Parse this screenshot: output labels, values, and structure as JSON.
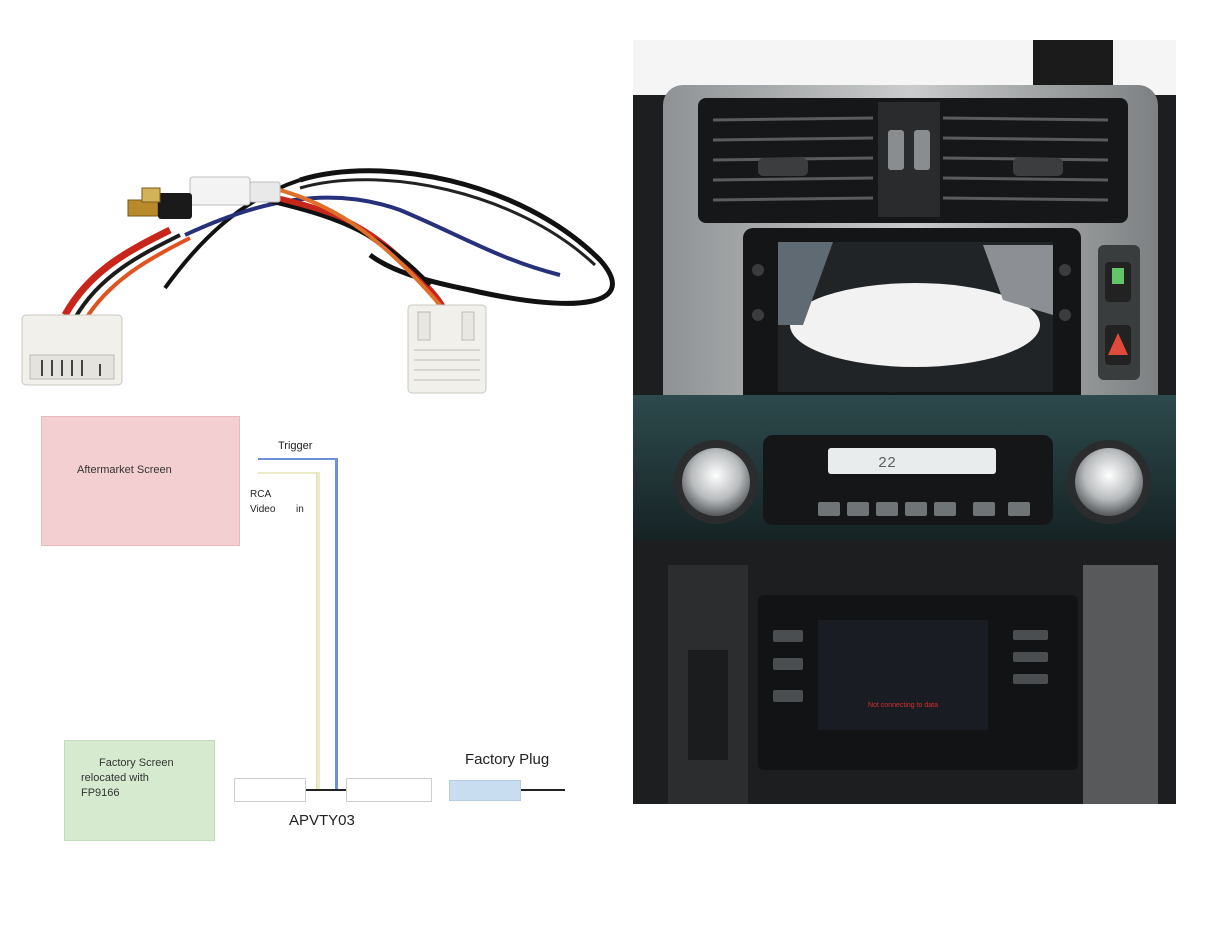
{
  "diagram": {
    "aftermarket_screen": "Aftermarket Screen",
    "trigger": "Trigger",
    "rca_line1": "RCA",
    "rca_line2": "Video",
    "rca_line3": "in",
    "factory_screen_line1": "Factory Screen",
    "factory_screen_line2": "relocated with",
    "factory_screen_line3": "FP9166",
    "factory_plug": "Factory Plug",
    "part_number": "APVTY03"
  },
  "dash_photo": {
    "temp_display": "22",
    "lower_screen_text": "Not connecting to data"
  },
  "colors": {
    "aftermarket_box": "#f4cfd2",
    "factory_box": "#d6ead0",
    "factory_plug": "#c9ddf0",
    "trigger_wire": "#6f8fd8",
    "video_wire": "#ecebc8"
  }
}
